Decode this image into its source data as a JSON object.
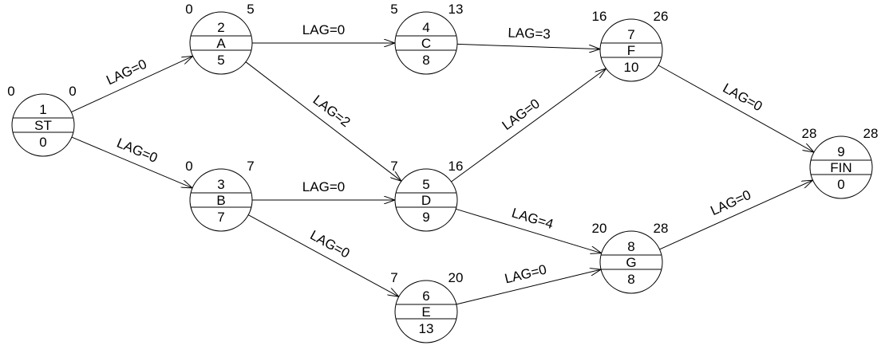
{
  "nodes": [
    {
      "key": "ST",
      "id": "1",
      "name": "ST",
      "duration": "0",
      "early_start": "0",
      "early_finish": "0"
    },
    {
      "key": "A",
      "id": "2",
      "name": "A",
      "duration": "5",
      "early_start": "0",
      "early_finish": "5"
    },
    {
      "key": "B",
      "id": "3",
      "name": "B",
      "duration": "7",
      "early_start": "0",
      "early_finish": "7"
    },
    {
      "key": "C",
      "id": "4",
      "name": "C",
      "duration": "8",
      "early_start": "5",
      "early_finish": "13"
    },
    {
      "key": "D",
      "id": "5",
      "name": "D",
      "duration": "9",
      "early_start": "7",
      "early_finish": "16"
    },
    {
      "key": "E",
      "id": "6",
      "name": "E",
      "duration": "13",
      "early_start": "7",
      "early_finish": "20"
    },
    {
      "key": "F",
      "id": "7",
      "name": "F",
      "duration": "10",
      "early_start": "16",
      "early_finish": "26"
    },
    {
      "key": "G",
      "id": "8",
      "name": "G",
      "duration": "8",
      "early_start": "20",
      "early_finish": "28"
    },
    {
      "key": "FIN",
      "id": "9",
      "name": "FIN",
      "duration": "0",
      "early_start": "28",
      "early_finish": "28"
    }
  ],
  "edges": [
    {
      "from": "ST",
      "to": "A",
      "label": "LAG=0"
    },
    {
      "from": "ST",
      "to": "B",
      "label": "LAG=0"
    },
    {
      "from": "A",
      "to": "C",
      "label": "LAG=0"
    },
    {
      "from": "A",
      "to": "D",
      "label": "LAG=2"
    },
    {
      "from": "B",
      "to": "D",
      "label": "LAG=0"
    },
    {
      "from": "B",
      "to": "E",
      "label": "LAG=0"
    },
    {
      "from": "C",
      "to": "F",
      "label": "LAG=3"
    },
    {
      "from": "D",
      "to": "F",
      "label": "LAG=0"
    },
    {
      "from": "D",
      "to": "G",
      "label": "LAG=4"
    },
    {
      "from": "E",
      "to": "G",
      "label": "LAG=0"
    },
    {
      "from": "F",
      "to": "FIN",
      "label": "LAG=0"
    },
    {
      "from": "G",
      "to": "FIN",
      "label": "LAG=0"
    }
  ]
}
